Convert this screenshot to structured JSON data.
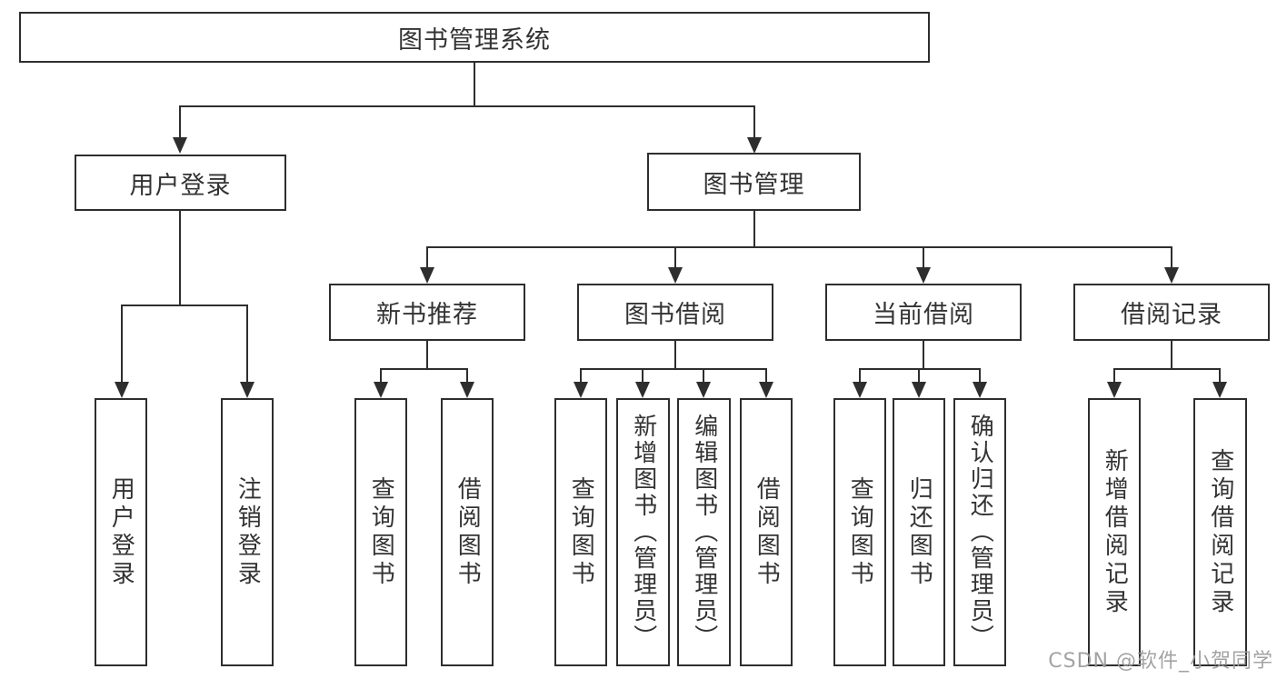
{
  "tree": {
    "root": "图书管理系统",
    "children": [
      {
        "label": "用户登录",
        "children": [
          "用户登录",
          "注销登录"
        ]
      },
      {
        "label": "图书管理",
        "children": [
          {
            "label": "新书推荐",
            "children": [
              "查询图书",
              "借阅图书"
            ]
          },
          {
            "label": "图书借阅",
            "children": [
              "查询图书",
              "新增图书（管理员）",
              "编辑图书（管理员）",
              "借阅图书"
            ]
          },
          {
            "label": "当前借阅",
            "children": [
              "查询图书",
              "归还图书",
              "确认归还（管理员）"
            ]
          },
          {
            "label": "借阅记录",
            "children": [
              "新增借阅记录",
              "查询借阅记录"
            ]
          }
        ]
      }
    ]
  },
  "watermark": {
    "text": "CSDN @软件_小贺同学"
  },
  "colors": {
    "line": "#2e2e2e",
    "text": "#333333",
    "watermark": "#9b9b9b",
    "background": "#ffffff"
  }
}
